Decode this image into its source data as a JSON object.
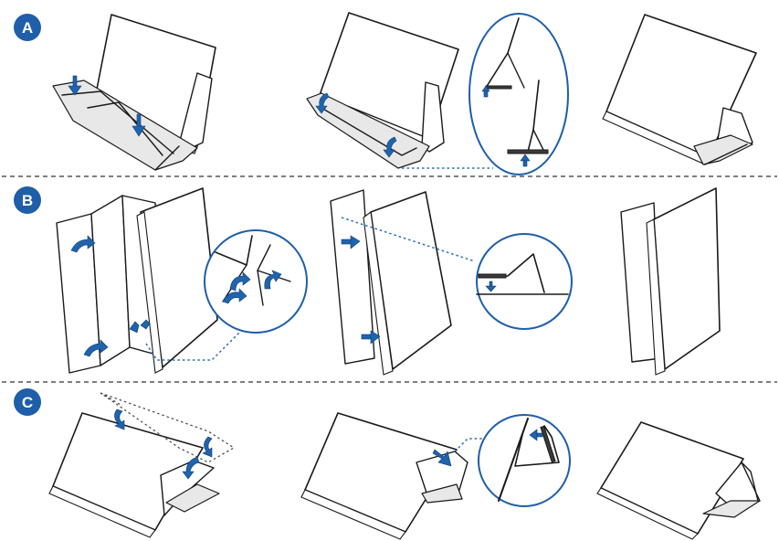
{
  "steps": [
    {
      "label": "A",
      "color": "#1f5ea8"
    },
    {
      "label": "B",
      "color": "#1f5ea8"
    },
    {
      "label": "C",
      "color": "#1f5ea8"
    }
  ],
  "colors": {
    "accent": "#1f5ea8",
    "arrow": "#1f64ad",
    "line": "#1a1a1a",
    "separator": "#555555"
  },
  "icons": [
    "down-arrow-icon",
    "up-arrow-icon",
    "curved-arrow-icon",
    "right-arrow-icon"
  ]
}
